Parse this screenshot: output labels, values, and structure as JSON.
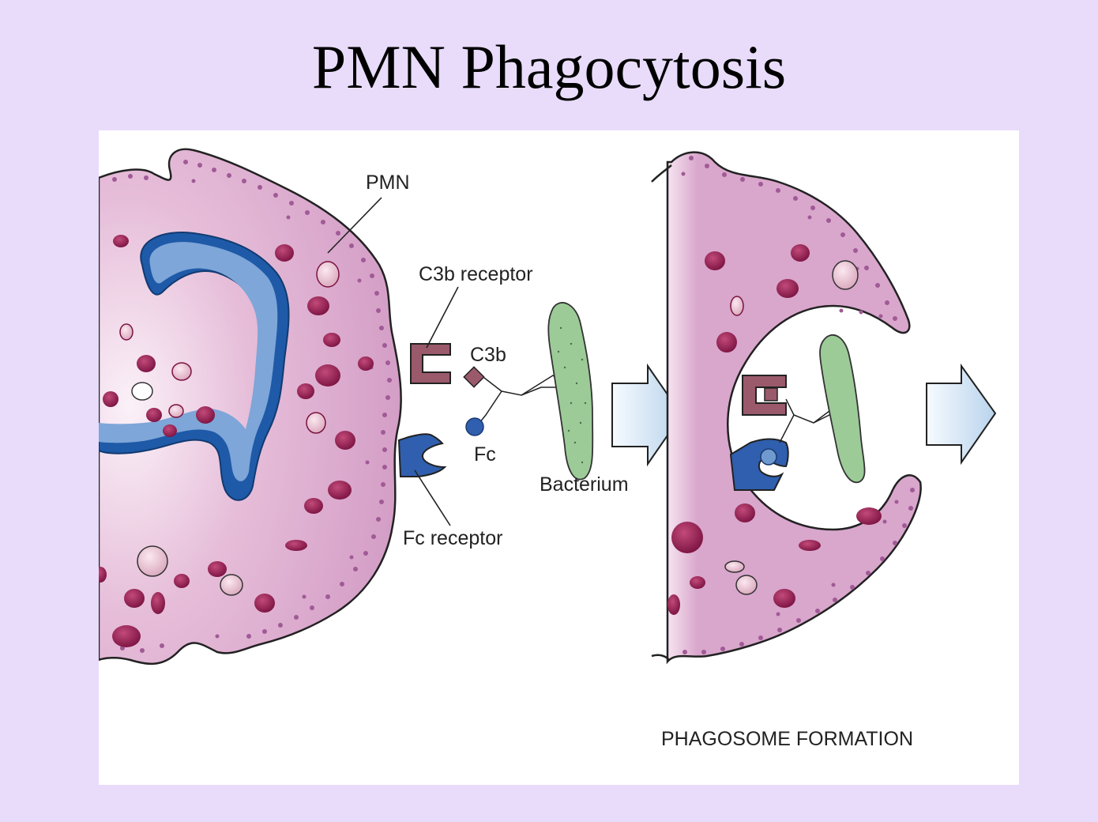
{
  "slide": {
    "title": "PMN Phagocytosis"
  },
  "labels": {
    "pmn": "PMN",
    "c3b_receptor": "C3b receptor",
    "c3b": "C3b",
    "fc": "Fc",
    "bacterium": "Bacterium",
    "fc_receptor": "Fc receptor",
    "caption": "PHAGOSOME FORMATION"
  },
  "colors": {
    "background": "#e8dcfa",
    "cytoplasm": "#d9a6cc",
    "granule": "#8e1c4a",
    "nucleus": "#6f9ad0",
    "nucleus_edge": "#1f5aa8",
    "c3b": "#9a5a6c",
    "fc": "#2f5fae",
    "bacterium": "#9ccb98",
    "arrow": "#cfe1f2"
  }
}
